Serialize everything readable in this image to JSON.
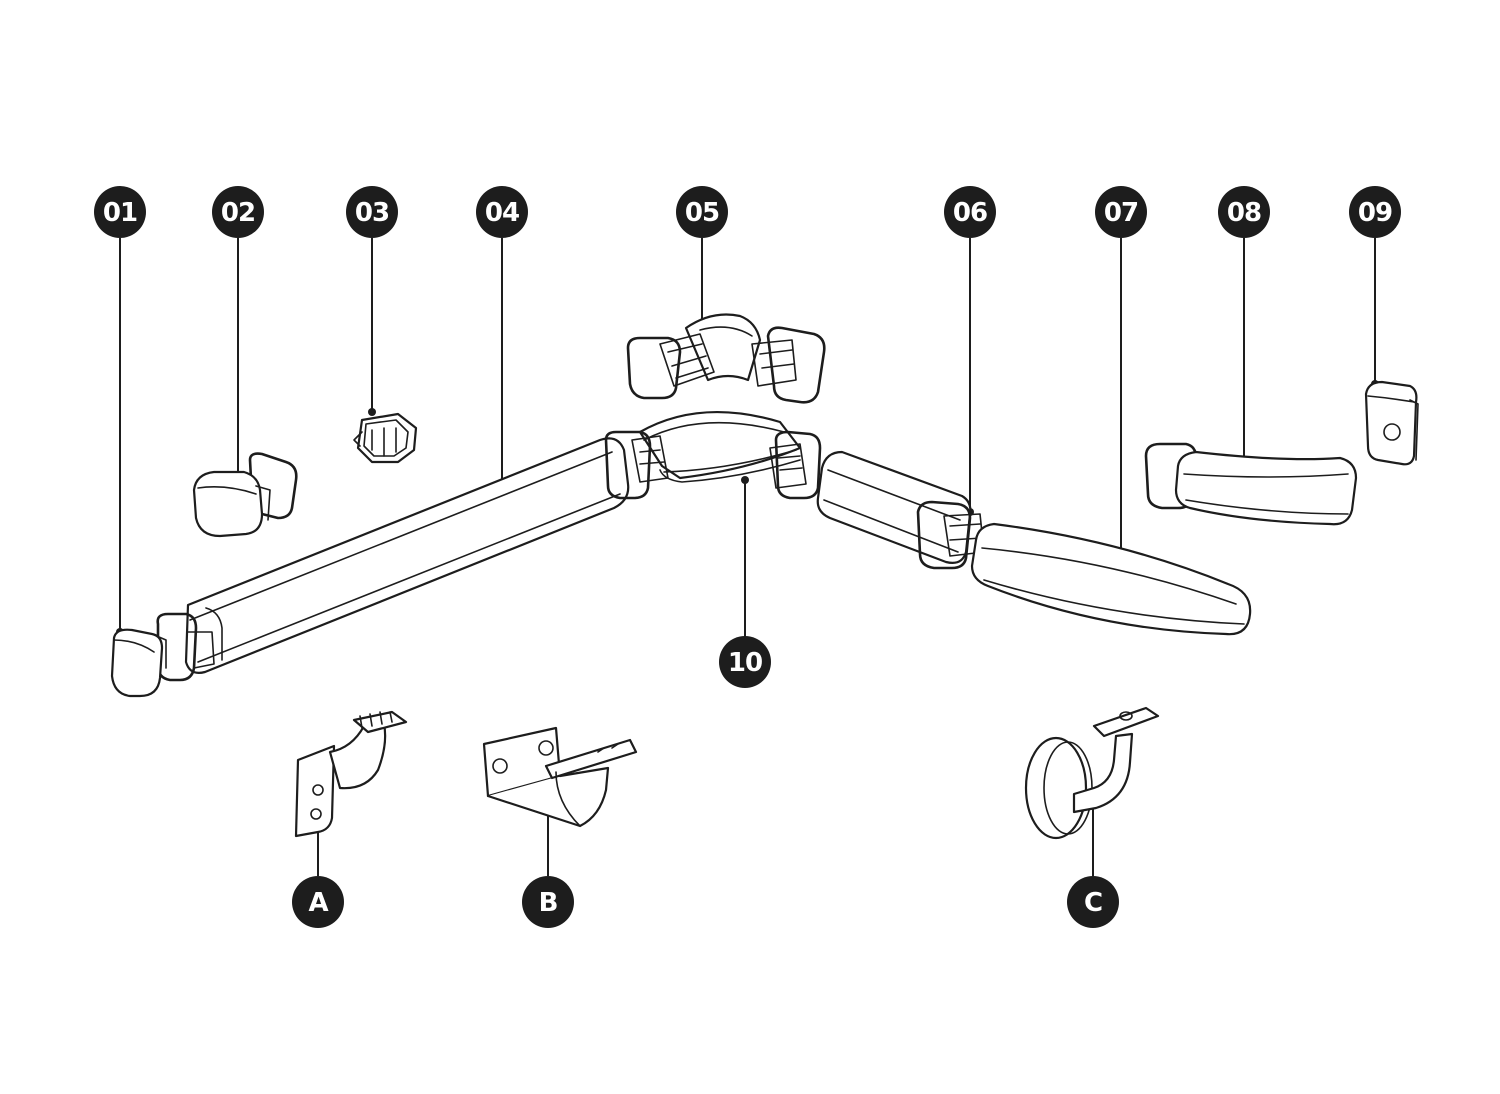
{
  "colors": {
    "ink": "#1d1d1d",
    "background": "#ffffff",
    "badge_text": "#ffffff"
  },
  "callouts": [
    {
      "id": "01",
      "label": "01",
      "part": "end-cap"
    },
    {
      "id": "02",
      "label": "02",
      "part": "end-cap-angled"
    },
    {
      "id": "03",
      "label": "03",
      "part": "connector-plug"
    },
    {
      "id": "04",
      "label": "04",
      "part": "straight-rail"
    },
    {
      "id": "05",
      "label": "05",
      "part": "adjustable-elbow"
    },
    {
      "id": "06",
      "label": "06",
      "part": "joint-clip"
    },
    {
      "id": "07",
      "label": "07",
      "part": "curved-rail-end"
    },
    {
      "id": "08",
      "label": "08",
      "part": "curved-rail-segment"
    },
    {
      "id": "09",
      "label": "09",
      "part": "small-bracket-clip"
    },
    {
      "id": "10",
      "label": "10",
      "part": "corner-bend"
    },
    {
      "id": "A",
      "label": "A",
      "part": "side-wall-bracket"
    },
    {
      "id": "B",
      "label": "B",
      "part": "plate-wall-bracket"
    },
    {
      "id": "C",
      "label": "C",
      "part": "round-rosette-bracket"
    }
  ]
}
